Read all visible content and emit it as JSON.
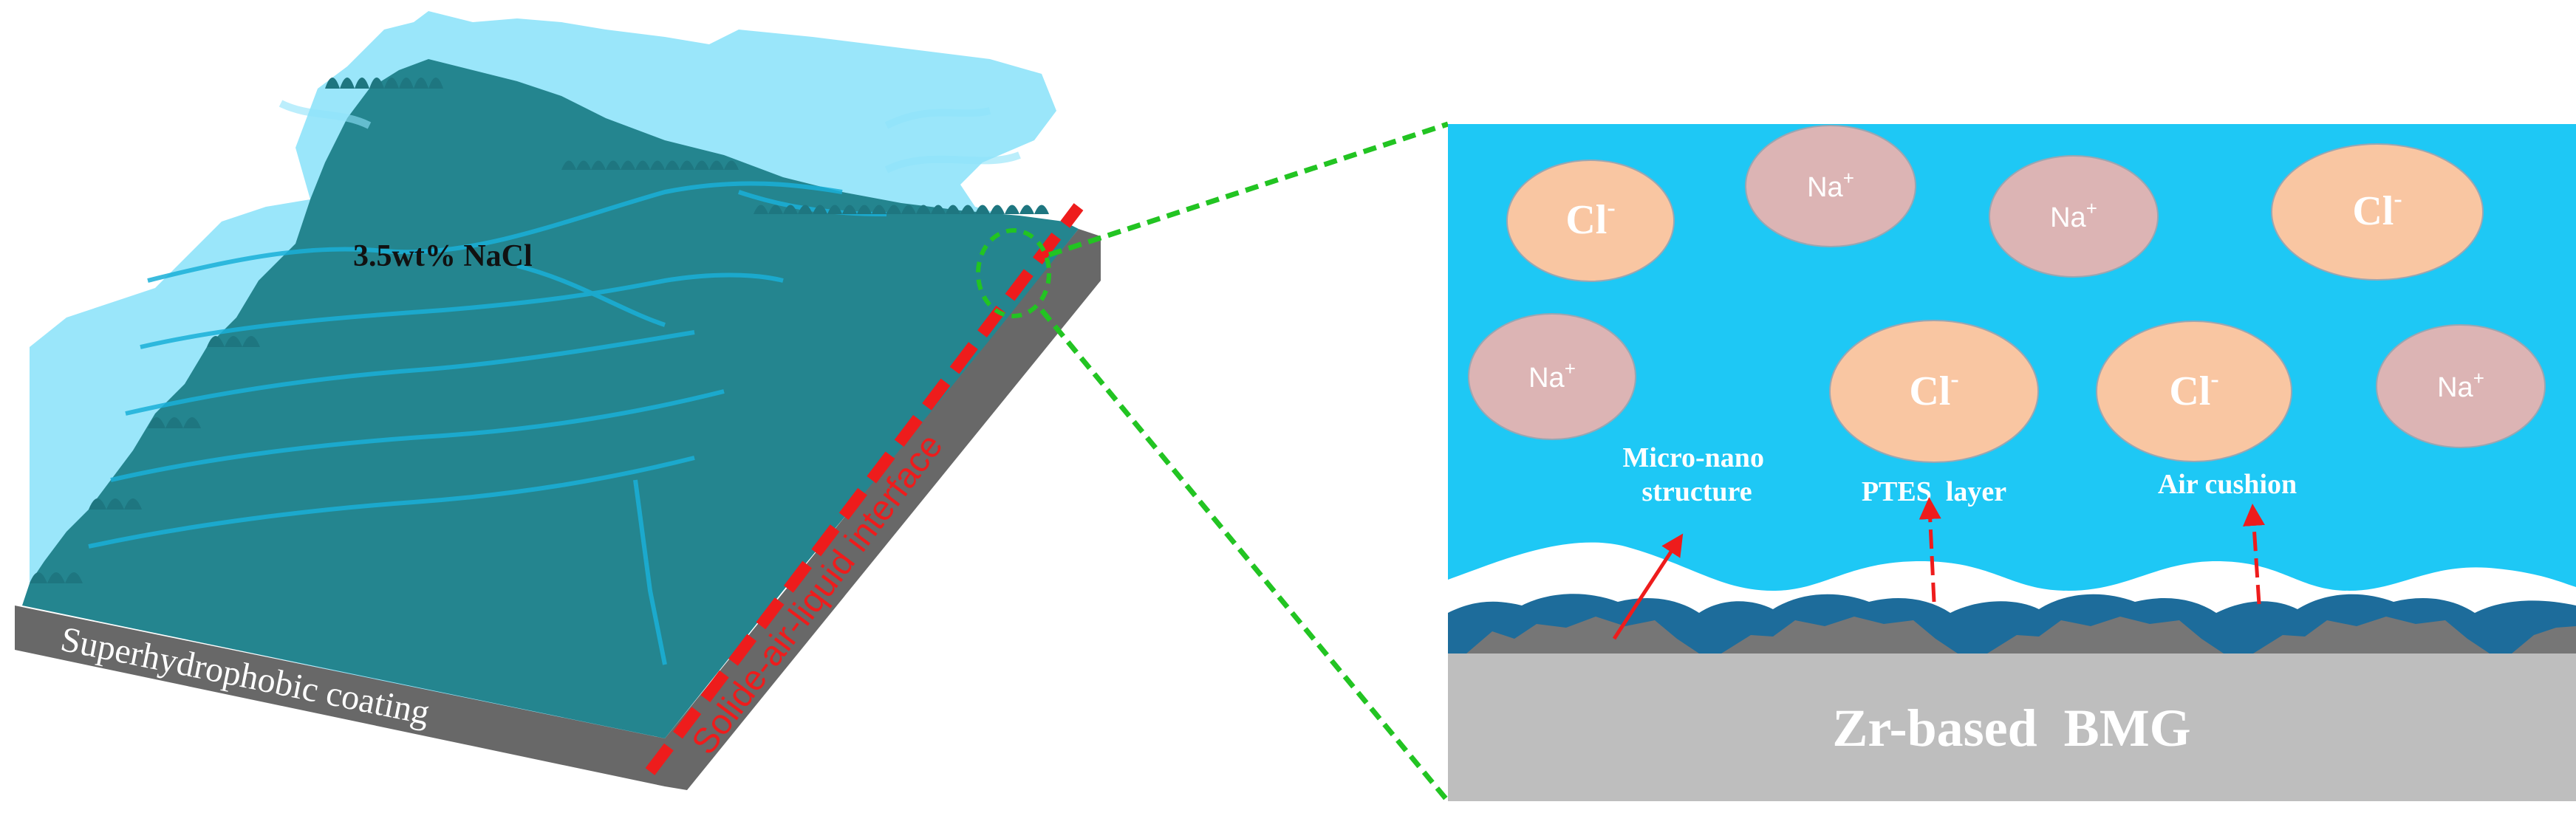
{
  "left": {
    "solution_label": "3.5wt% NaCl",
    "coating_label": "Superhydrophobic coating",
    "interface_label": "Solide-air-liquid interface"
  },
  "right": {
    "ions": [
      {
        "symbol": "Cl",
        "charge": "-"
      },
      {
        "symbol": "Na",
        "charge": "+"
      },
      {
        "symbol": "Na",
        "charge": "+"
      },
      {
        "symbol": "Cl",
        "charge": "-"
      },
      {
        "symbol": "Na",
        "charge": "+"
      },
      {
        "symbol": "Cl",
        "charge": "-"
      },
      {
        "symbol": "Cl",
        "charge": "-"
      },
      {
        "symbol": "Na",
        "charge": "+"
      }
    ],
    "labels": {
      "micro_nano_line1": "Micro-nano",
      "micro_nano_line2": "structure",
      "ptes_layer": "PTES  layer",
      "air_cushion": "Air cushion"
    },
    "substrate_label": "Zr-based  BMG"
  },
  "colors": {
    "water": "#1ec8f5",
    "water_light": "#8fe3fa",
    "coating_dark": "#24858f",
    "coating_edge": "#686868",
    "interface_red": "#ee1c1c",
    "zoom_green": "#22c422",
    "cl_ion": "#f9c6a2",
    "na_ion": "#dcb4b4",
    "substrate": "#bebebe",
    "ptes_blue": "#1d6c9b",
    "micro_grey": "#767676"
  }
}
